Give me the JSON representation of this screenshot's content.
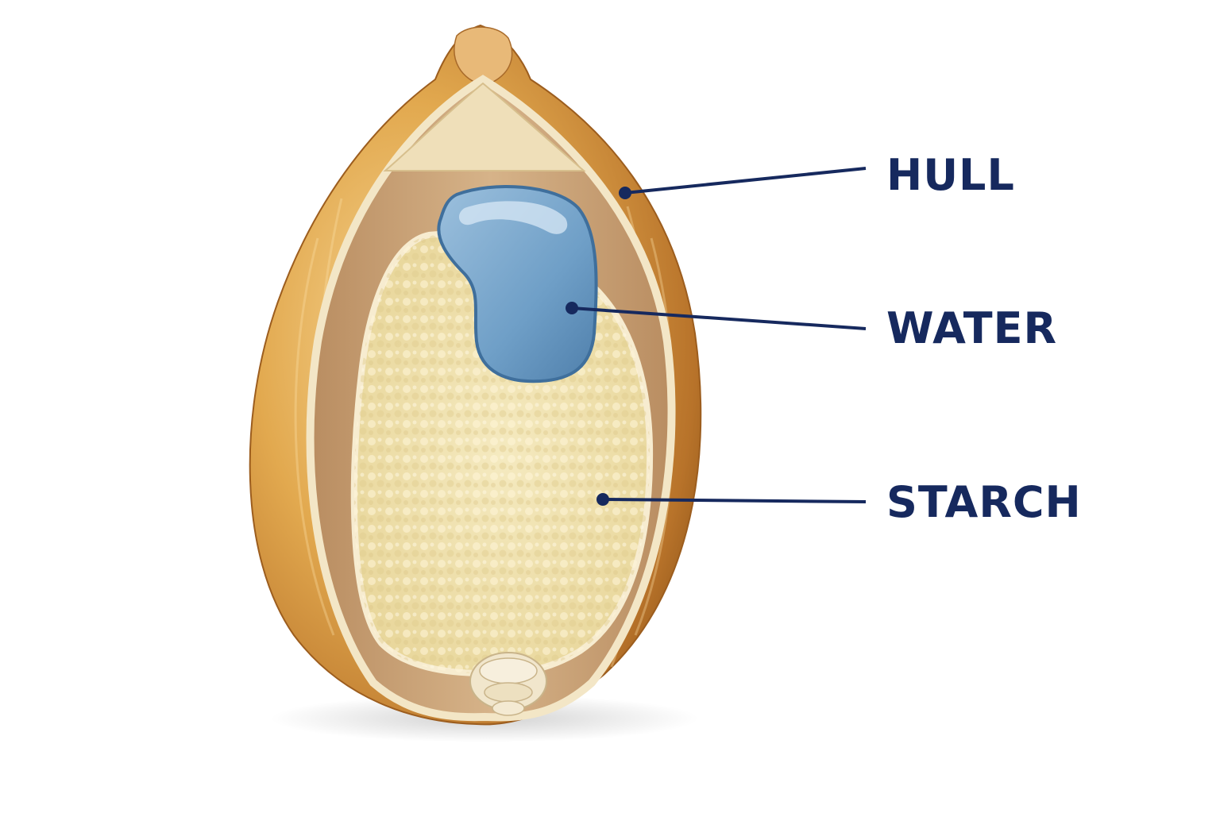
{
  "labels": {
    "hull": "HULL",
    "water": "WATER",
    "starch": "STARCH"
  },
  "colors": {
    "label_text": "#16295e",
    "leader_line": "#16295e",
    "hull_light": "#f2c77c",
    "hull_mid": "#d99a3c",
    "hull_dark": "#a8641c",
    "inner_layer": "#c8a27a",
    "starch": "#f1e4b2",
    "water": "#6e9fc6",
    "water_highlight": "#c9def0",
    "germ": "#efe2c4",
    "background": "#ffffff"
  }
}
